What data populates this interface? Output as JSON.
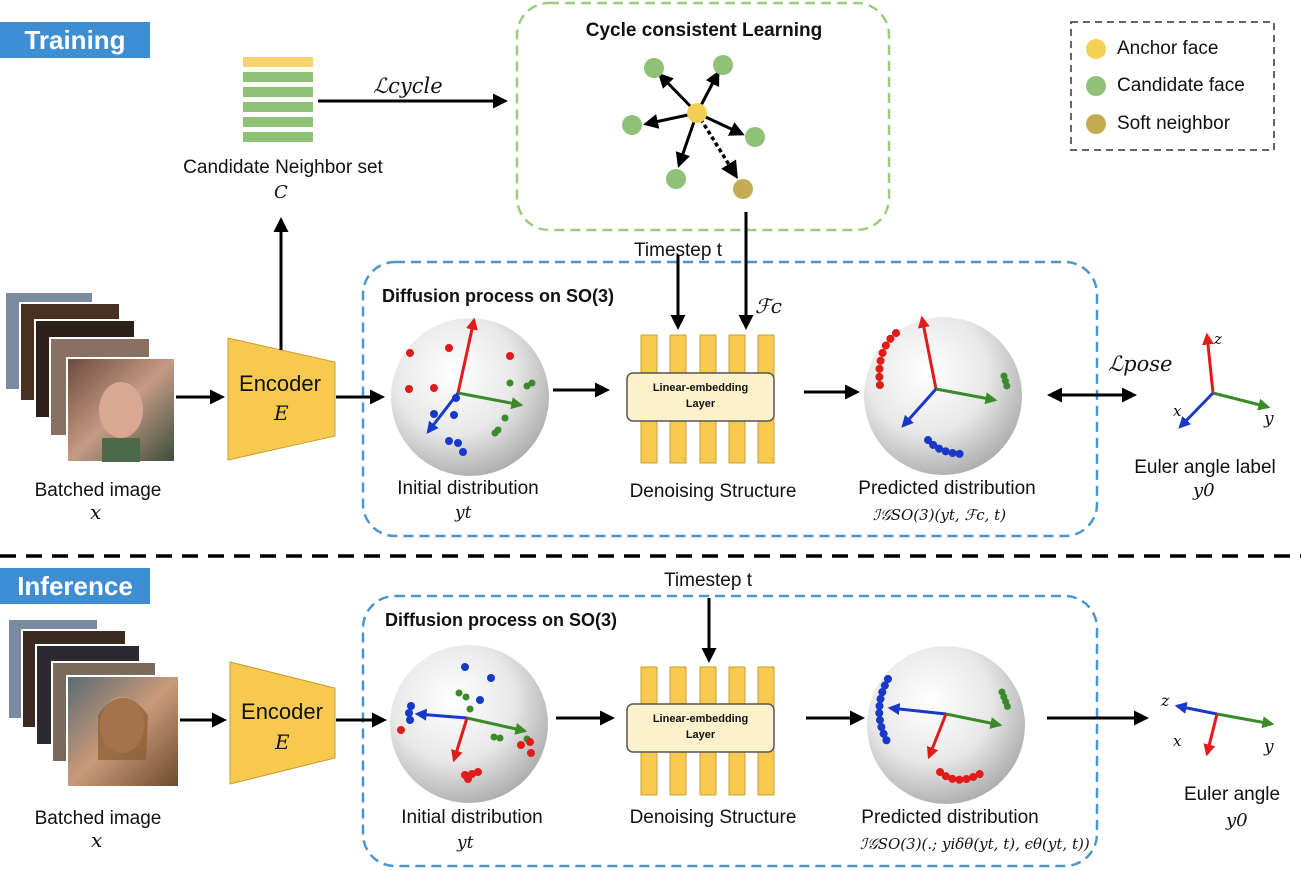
{
  "training": {
    "banner": "Training",
    "cycle_title": "Cycle consistent Learning",
    "loss_cycle": "ℒcycle",
    "candidate_set_label": "Candidate Neighbor set",
    "candidate_set_symbol": "C",
    "timestep_label": "Timestep t",
    "feature_symbol": "ℱc",
    "diffusion_title": "Diffusion process on SO(3)",
    "encoder_label": "Encoder",
    "encoder_symbol": "E",
    "batched_label": "Batched image",
    "batched_symbol": "x",
    "initial_label": "Initial distribution",
    "initial_symbol": "yt",
    "layer_line1": "Linear-embedding",
    "layer_line2": "Layer",
    "denoising_label": "Denoising Structure",
    "predicted_label": "Predicted distribution",
    "predicted_formula": "ℐ𝒢SO(3)(yt, ℱc, t)",
    "loss_pose": "ℒpose",
    "euler_label": "Euler angle label",
    "euler_symbol": "y0",
    "axis_x": "x",
    "axis_y": "y",
    "axis_z": "z"
  },
  "legend": {
    "anchor": "Anchor face",
    "candidate": "Candidate face",
    "soft": "Soft neighbor"
  },
  "inference": {
    "banner": "Inference",
    "timestep_label": "Timestep t",
    "diffusion_title": "Diffusion process on SO(3)",
    "encoder_label": "Encoder",
    "encoder_symbol": "E",
    "batched_label": "Batched image",
    "batched_symbol": "x",
    "initial_label": "Initial distribution",
    "initial_symbol": "yt",
    "layer_line1": "Linear-embedding",
    "layer_line2": "Layer",
    "denoising_label": "Denoising Structure",
    "predicted_label": "Predicted distribution",
    "predicted_formula": "ℐ𝒢SO(3)(.; yiδθ(yt, t), ϵθ(yt, t))",
    "euler_label": "Euler angle",
    "euler_symbol": "y0",
    "axis_x": "x",
    "axis_y": "y",
    "axis_z": "z"
  },
  "colors": {
    "banner": "#3d8ed2",
    "encoder": "#f7c94f",
    "anchor": "#f4cf56",
    "candidate": "#8fc277",
    "soft": "#c2ad53",
    "red_axis": "#e11a1a",
    "green_axis": "#3a8a2a",
    "blue_axis": "#1838c8",
    "dash_green": "#9ccc7d",
    "dash_blue": "#4a97cc"
  }
}
